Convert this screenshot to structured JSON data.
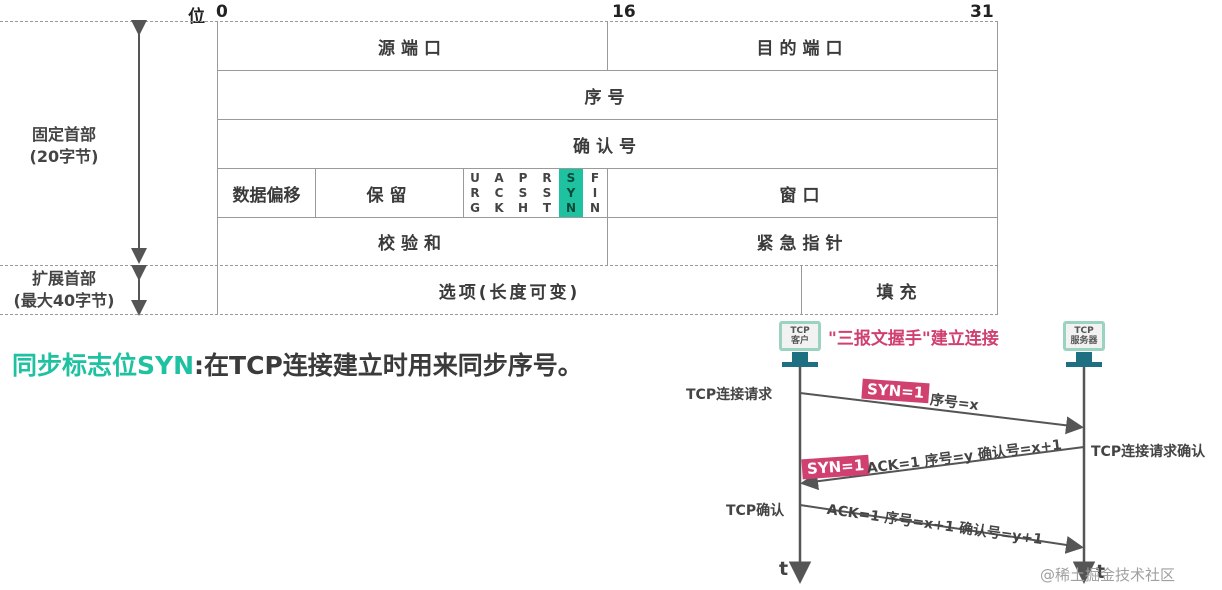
{
  "header": {
    "bit_label": "位",
    "bit_0": "0",
    "bit_16": "16",
    "bit_31": "31"
  },
  "rows": {
    "r1": {
      "left": "源端口",
      "right": "目的端口"
    },
    "r2": {
      "full": "序号"
    },
    "r3": {
      "full": "确认号"
    },
    "r4": {
      "offset": "数据偏移",
      "reserved": "保留",
      "window": "窗口",
      "flags": [
        {
          "name": "URG",
          "c1": "U",
          "c2": "R",
          "c3": "G"
        },
        {
          "name": "ACK",
          "c1": "A",
          "c2": "C",
          "c3": "K"
        },
        {
          "name": "PSH",
          "c1": "P",
          "c2": "S",
          "c3": "H"
        },
        {
          "name": "RST",
          "c1": "R",
          "c2": "S",
          "c3": "T"
        },
        {
          "name": "SYN",
          "c1": "S",
          "c2": "Y",
          "c3": "N"
        },
        {
          "name": "FIN",
          "c1": "F",
          "c2": "I",
          "c3": "N"
        }
      ]
    },
    "r5": {
      "left": "校验和",
      "right": "紧急指针"
    },
    "r6": {
      "left": "选项(长度可变)",
      "right": "填充"
    }
  },
  "side": {
    "fixed_line1": "固定首部",
    "fixed_line2": "(20字节)",
    "ext_line1": "扩展首部",
    "ext_line2": "(最大40字节)"
  },
  "caption": {
    "highlight": "同步标志位SYN",
    "rest": ":在TCP连接建立时用来同步序号。"
  },
  "handshake": {
    "title": "\"三报文握手\"建立连接",
    "client_l1": "TCP",
    "client_l2": "客户",
    "server_l1": "TCP",
    "server_l2": "服务器",
    "req": "TCP连接请求",
    "syn1_tag": "SYN=1",
    "syn1_text": "序号=x",
    "confirm_req": "TCP连接请求确认",
    "syn2_tag": "SYN=1",
    "syn2_text": "ACK=1  序号=y  确认号=x+1",
    "ack_label": "TCP确认",
    "ack_text": "ACK=1  序号=x+1  确认号=y+1",
    "t_left": "t",
    "t_right": "t"
  },
  "colors": {
    "accent": "#1ec2a0",
    "syn_tag": "#d0416f",
    "line": "#9a9a9a"
  },
  "watermark": "@稀土掘金技术社区"
}
